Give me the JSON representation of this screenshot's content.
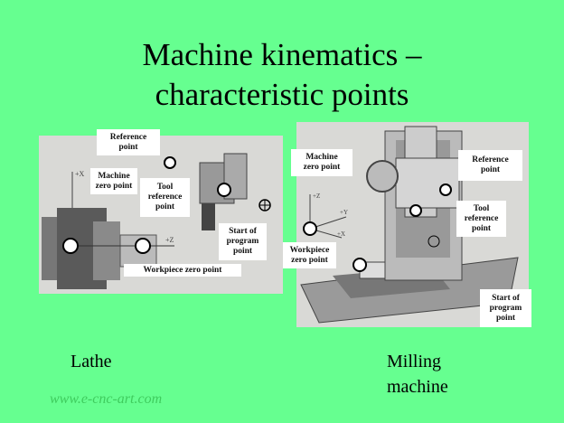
{
  "title": {
    "line1": "Machine kinematics –",
    "line2": "characteristic points"
  },
  "lathe": {
    "caption": "Lathe",
    "labels": {
      "reference_point": "Reference\npoint",
      "machine_zero_point": "Machine\nzero point",
      "tool_reference_point": "Tool\nreference\npoint",
      "start_of_program_point": "Start of\nprogram\npoint",
      "workpiece_zero_point": "Workpiece zero point"
    },
    "axes": {
      "x": "+X",
      "z": "+Z"
    }
  },
  "milling": {
    "caption_line1": "Milling",
    "caption_line2": "machine",
    "labels": {
      "machine_zero_point": "Machine\nzero point",
      "reference_point": "Reference\npoint",
      "tool_reference_point": "Tool\nreference\npoint",
      "workpiece_zero_point": "Workpiece\nzero point",
      "start_of_program_point": "Start of\nprogram\npoint"
    },
    "axes": {
      "x": "+X",
      "y": "+Y",
      "z": "+Z"
    }
  },
  "watermark": "www.e-cnc-art.com",
  "colors": {
    "background": "#66ff90",
    "watermark": "#3fcc5e"
  }
}
